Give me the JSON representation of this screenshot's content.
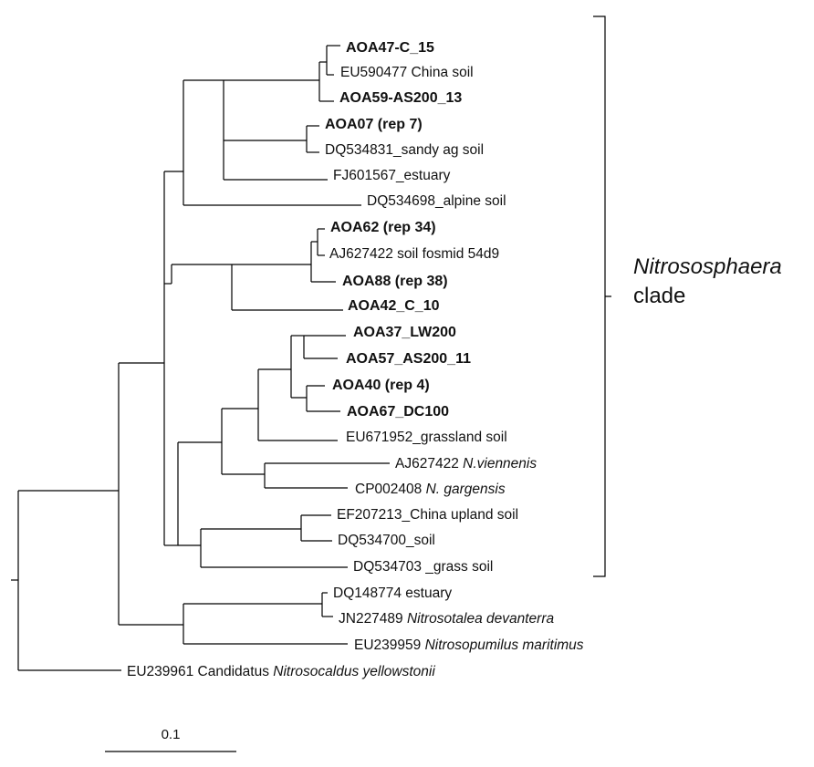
{
  "leaves": {
    "aoa47": {
      "text": "AOA47-C_15",
      "bold": true
    },
    "eu590477": {
      "text": "EU590477 China soil"
    },
    "aoa59": {
      "text": "AOA59-AS200_13",
      "bold": true
    },
    "aoa07": {
      "text": "AOA07  (rep 7)",
      "bold": true
    },
    "dq534831": {
      "text": "DQ534831_sandy ag soil"
    },
    "fj601567": {
      "text": "FJ601567_estuary"
    },
    "dq534698": {
      "text": "DQ534698_alpine  soil"
    },
    "aoa62": {
      "text": "AOA62  (rep 34)",
      "bold": true
    },
    "aj627422a": {
      "text": "AJ627422 soil fosmid 54d9"
    },
    "aoa88": {
      "text": "AOA88  (rep 38)",
      "bold": true
    },
    "aoa42": {
      "text": "AOA42_C_10",
      "bold": true
    },
    "aoa37": {
      "text": "AOA37_LW200",
      "bold": true
    },
    "aoa57": {
      "text": "AOA57_AS200_11",
      "bold": true
    },
    "aoa40": {
      "text": "AOA40  (rep 4)",
      "bold": true
    },
    "aoa67": {
      "text": "AOA67_DC100",
      "bold": true
    },
    "eu671952": {
      "text": "EU671952_grassland  soil"
    },
    "aj627422b": {
      "text": "AJ627422 ",
      "italic": "N.viennenis"
    },
    "cp002408": {
      "text": "CP002408  ",
      "italic": "N. gargensis"
    },
    "ef207213": {
      "text": "EF207213_China  upland  soil"
    },
    "dq534700": {
      "text": "DQ534700_soil"
    },
    "dq534703": {
      "text": "DQ534703  _grass soil"
    },
    "dq148774": {
      "text": "DQ148774  estuary"
    },
    "jn227489": {
      "text": "JN227489  ",
      "italic": "Nitrosotalea devanterra"
    },
    "eu239959": {
      "text": "EU239959  ",
      "italic": "Nitrosopumilus maritimus"
    },
    "eu239961": {
      "text": "EU239961  Candidatus  ",
      "italic": "Nitrosocaldus yellowstonii"
    }
  },
  "clade": {
    "line1": "Nitrososphaera",
    "line2": "clade"
  },
  "scale_bar": {
    "label": "0.1"
  }
}
